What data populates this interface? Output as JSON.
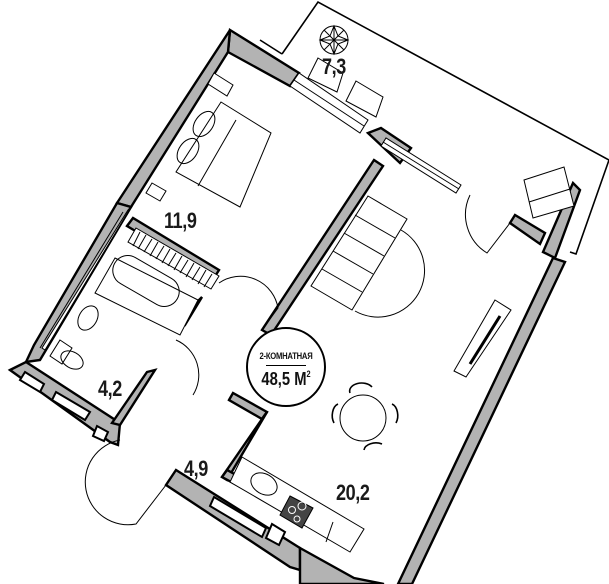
{
  "plan": {
    "apartment_type": "2-КОМНАТНАЯ",
    "total_area": "48,5",
    "total_area_unit": "М",
    "total_area_unit_sup": "2"
  },
  "rooms": [
    {
      "id": "balcony",
      "area": "7,3"
    },
    {
      "id": "bedroom",
      "area": "11,9"
    },
    {
      "id": "bathroom",
      "area": "4,2"
    },
    {
      "id": "hallway",
      "area": "4,9"
    },
    {
      "id": "living-kitchen",
      "area": "20,2"
    }
  ],
  "colors": {
    "wall_fill": "#b3b3b3",
    "line": "#000000",
    "background": "#ffffff",
    "hob": "#444444"
  }
}
